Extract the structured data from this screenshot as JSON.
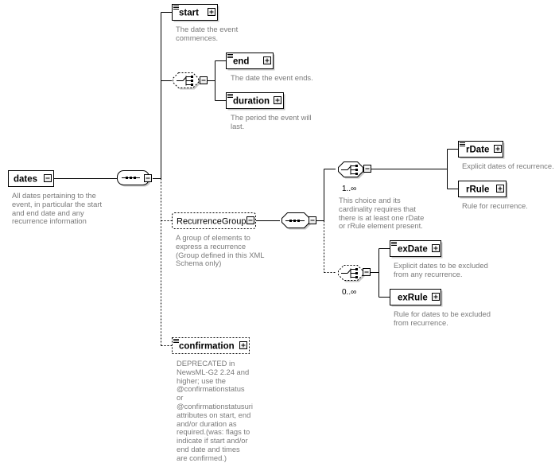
{
  "root": {
    "name": "dates",
    "doc": "All dates pertaining to the event, in particular the start and end date and any recurrence information"
  },
  "start": {
    "name": "start",
    "doc": "The date the event commences."
  },
  "end": {
    "name": "end",
    "doc": "The date the event ends."
  },
  "duration": {
    "name": "duration",
    "doc": "The period the event will last."
  },
  "recurrence_group": {
    "name": "RecurrenceGroup",
    "doc": "A group of elements to express a recurrence (Group defined in this XML Schema only)"
  },
  "choice1": {
    "cardinality": "1..∞",
    "doc": "This choice and its cardinality requires that there is at least one rDate or rRule element present."
  },
  "r_date": {
    "name": "rDate",
    "doc": "Explicit dates of recurrence."
  },
  "r_rule": {
    "name": "rRule",
    "doc": "Rule for recurrence."
  },
  "choice2": {
    "cardinality": "0..∞"
  },
  "ex_date": {
    "name": "exDate",
    "doc": "Explicit dates to be excluded from any recurrence."
  },
  "ex_rule": {
    "name": "exRule",
    "doc": "Rule for dates to be excluded from recurrence."
  },
  "confirmation": {
    "name": "confirmation",
    "doc": "DEPRECATED in NewsML-G2 2.24 and higher; use the @confirmationstatus or @confirmationstatusuri attributes on start, end and/or duration as required.(was: flags to indicate if start and/or end date and times are confirmed.)"
  }
}
